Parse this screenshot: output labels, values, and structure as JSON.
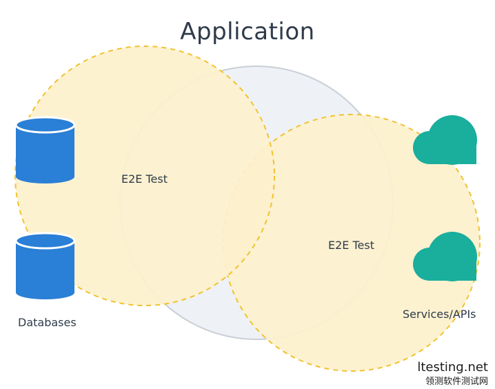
{
  "title": "Application",
  "left_circle": {
    "label": "E2E Test"
  },
  "right_circle": {
    "label": "E2E Test"
  },
  "databases": {
    "label": "Databases",
    "icon": "database-icon",
    "count": 2
  },
  "services": {
    "label": "Services/APIs",
    "icon": "cloud-icon",
    "count": 2
  },
  "watermark": {
    "line1": "ltesting.net",
    "line2": "领测软件测试网"
  },
  "colors": {
    "app_circle_fill": "#eef2f6",
    "app_circle_stroke": "#c9cfd6",
    "test_circle_fill": "#fdf1cc",
    "test_circle_stroke": "#f0c230",
    "database": "#2a7fd6",
    "cloud": "#1aae9c"
  }
}
